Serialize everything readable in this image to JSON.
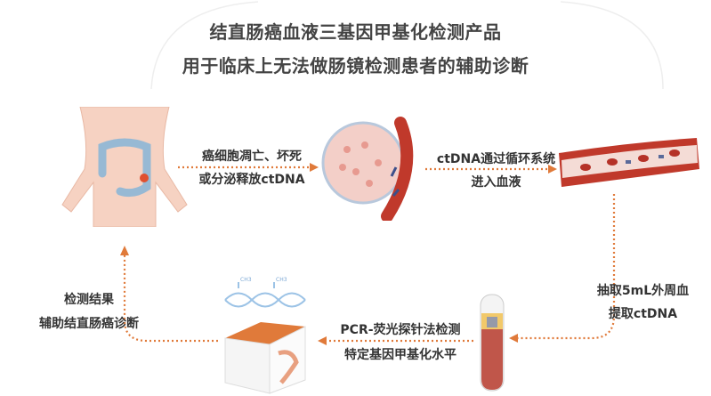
{
  "title": {
    "line1": "结直肠癌血液三基因甲基化检测产品",
    "line2": "用于临床上无法做肠镜检测患者的辅助诊断"
  },
  "steps": {
    "release": {
      "line1": "癌细胞凋亡、坏死",
      "line2": "或分泌释放ctDNA"
    },
    "circulate": {
      "line1": "ctDNA通过循环系统",
      "line2": "进入血液"
    },
    "draw": {
      "line1": "抽取5mL外周血",
      "line2": "提取ctDNA"
    },
    "pcr": {
      "line1": "PCR-荧光探针法检测",
      "line2": "特定基因甲基化水平"
    },
    "result": {
      "line1": "检测结果",
      "line2": "辅助结直肠癌诊断"
    }
  },
  "dna_labels": [
    "CH3",
    "CH3"
  ],
  "colors": {
    "arrow": "#e07a3a",
    "text": "#333333",
    "blood": "#c0564a",
    "box_top": "#e07a3a"
  }
}
